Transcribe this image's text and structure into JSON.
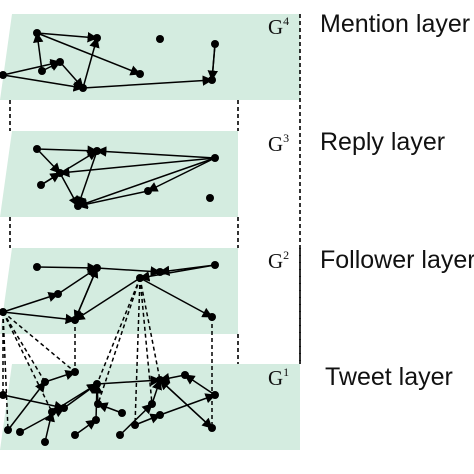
{
  "colors": {
    "plane": "#d4ece0",
    "node": "#000000",
    "edge": "#000000"
  },
  "layers": [
    {
      "id": "mention",
      "label": "Mention layer",
      "graph_base": "G",
      "graph_index": "4"
    },
    {
      "id": "reply",
      "label": "Reply layer",
      "graph_base": "G",
      "graph_index": "3"
    },
    {
      "id": "follower",
      "label": "Follower layer",
      "graph_base": "G",
      "graph_index": "2"
    },
    {
      "id": "tweet",
      "label": "Tweet layer",
      "graph_base": "G",
      "graph_index": "1"
    }
  ]
}
